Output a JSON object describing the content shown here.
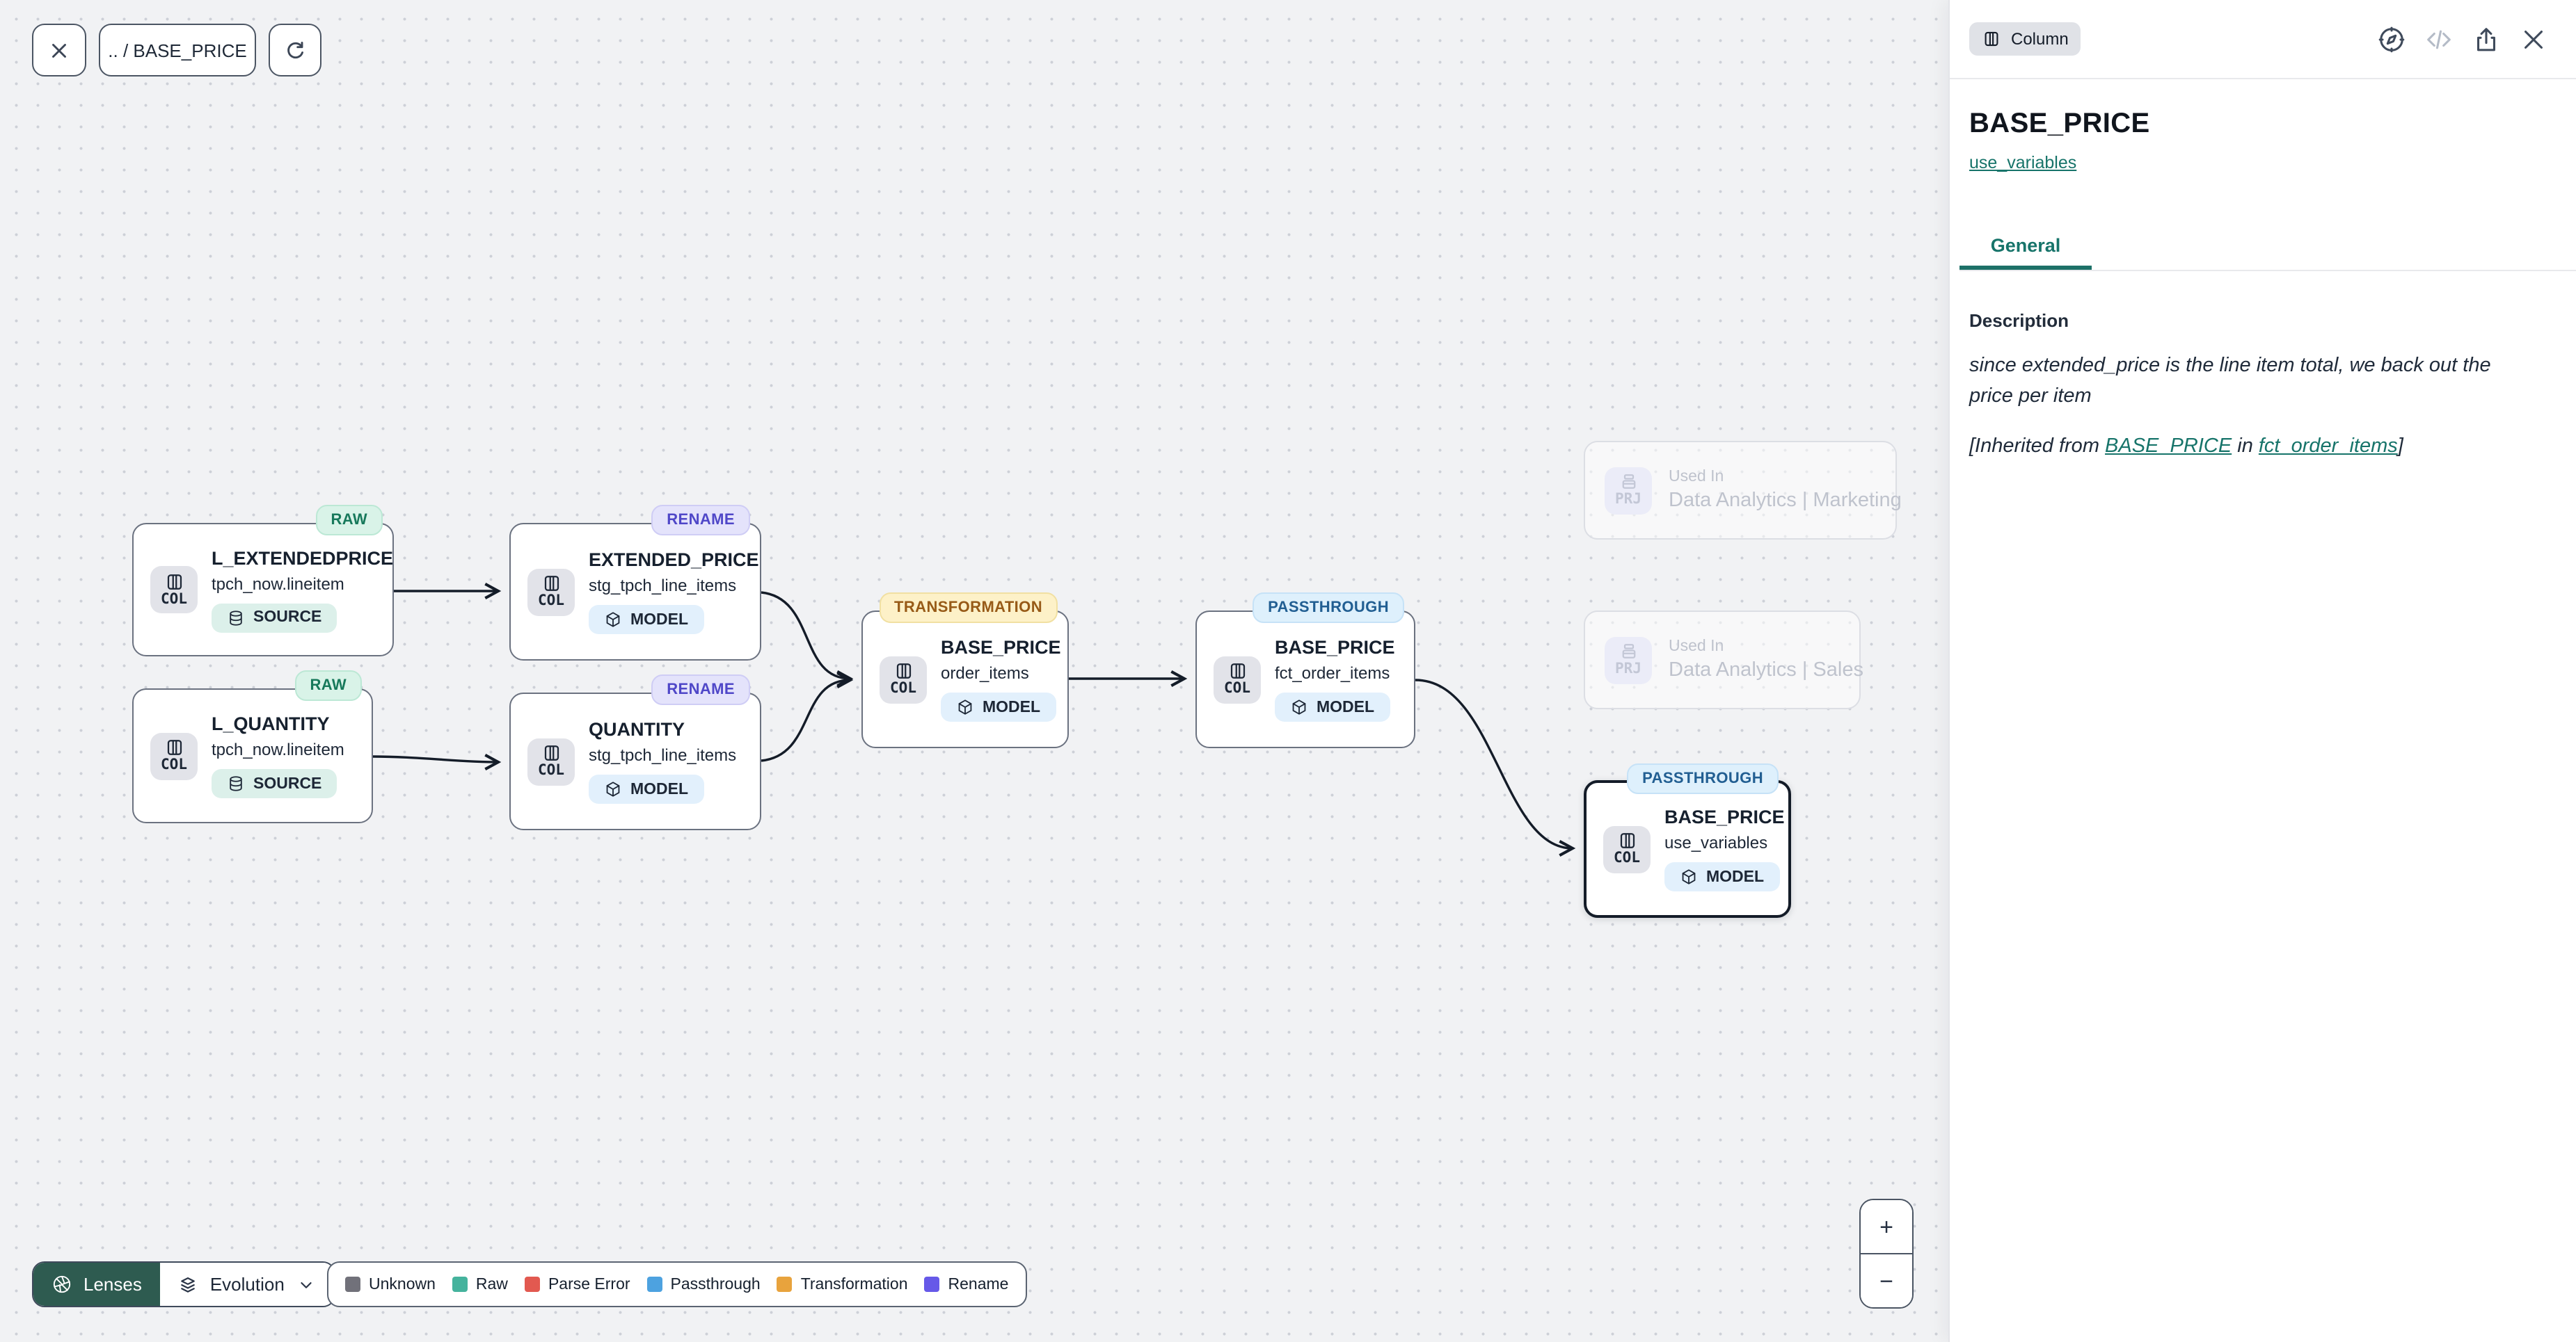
{
  "toolbar": {
    "breadcrumb": ".. / BASE_PRICE"
  },
  "canvas": {
    "nodes": [
      {
        "badge": "RAW",
        "title": "L_EXTENDEDPRICE",
        "subtitle": "tpch_now.lineitem",
        "type_chip": "COL",
        "kind_chip": "SOURCE"
      },
      {
        "badge": "RAW",
        "title": "L_QUANTITY",
        "subtitle": "tpch_now.lineitem",
        "type_chip": "COL",
        "kind_chip": "SOURCE"
      },
      {
        "badge": "RENAME",
        "title": "EXTENDED_PRICE",
        "subtitle": "stg_tpch_line_items",
        "type_chip": "COL",
        "kind_chip": "MODEL"
      },
      {
        "badge": "RENAME",
        "title": "QUANTITY",
        "subtitle": "stg_tpch_line_items",
        "type_chip": "COL",
        "kind_chip": "MODEL"
      },
      {
        "badge": "TRANSFORMATION",
        "title": "BASE_PRICE",
        "subtitle": "order_items",
        "type_chip": "COL",
        "kind_chip": "MODEL"
      },
      {
        "badge": "PASSTHROUGH",
        "title": "BASE_PRICE",
        "subtitle": "fct_order_items",
        "type_chip": "COL",
        "kind_chip": "MODEL"
      },
      {
        "badge": "PASSTHROUGH",
        "title": "BASE_PRICE",
        "subtitle": "use_variables",
        "type_chip": "COL",
        "kind_chip": "MODEL",
        "selected": true
      }
    ],
    "ghost_nodes": [
      {
        "chip": "PRJ",
        "label": "Used In",
        "name": "Data Analytics | Marketing"
      },
      {
        "chip": "PRJ",
        "label": "Used In",
        "name": "Data Analytics | Sales"
      }
    ]
  },
  "footer": {
    "lenses_label": "Lenses",
    "lens_selected": "Evolution"
  },
  "legend": [
    {
      "label": "Unknown",
      "color": "#71717a"
    },
    {
      "label": "Raw",
      "color": "#45b39d"
    },
    {
      "label": "Parse Error",
      "color": "#e25950"
    },
    {
      "label": "Passthrough",
      "color": "#4da2e0"
    },
    {
      "label": "Transformation",
      "color": "#e8a33d"
    },
    {
      "label": "Rename",
      "color": "#6659e8"
    }
  ],
  "zoom_controls": {
    "zoom_in": "+",
    "zoom_out": "−"
  },
  "panel": {
    "entity_badge": "Column",
    "title": "BASE_PRICE",
    "model_link": "use_variables",
    "tabs": [
      {
        "label": "General",
        "active": true
      }
    ],
    "section_heading": "Description",
    "description": "since extended_price is the line item total, we back out the price per item",
    "inherited": {
      "prefix": "[Inherited from ",
      "link_column": "BASE_PRICE",
      "middle": " in ",
      "link_model": "fct_order_items",
      "suffix": "]"
    }
  },
  "colors": {
    "accent": "#17746a",
    "lenses_button": "#2e5b50",
    "selection_border": "#141c28"
  }
}
